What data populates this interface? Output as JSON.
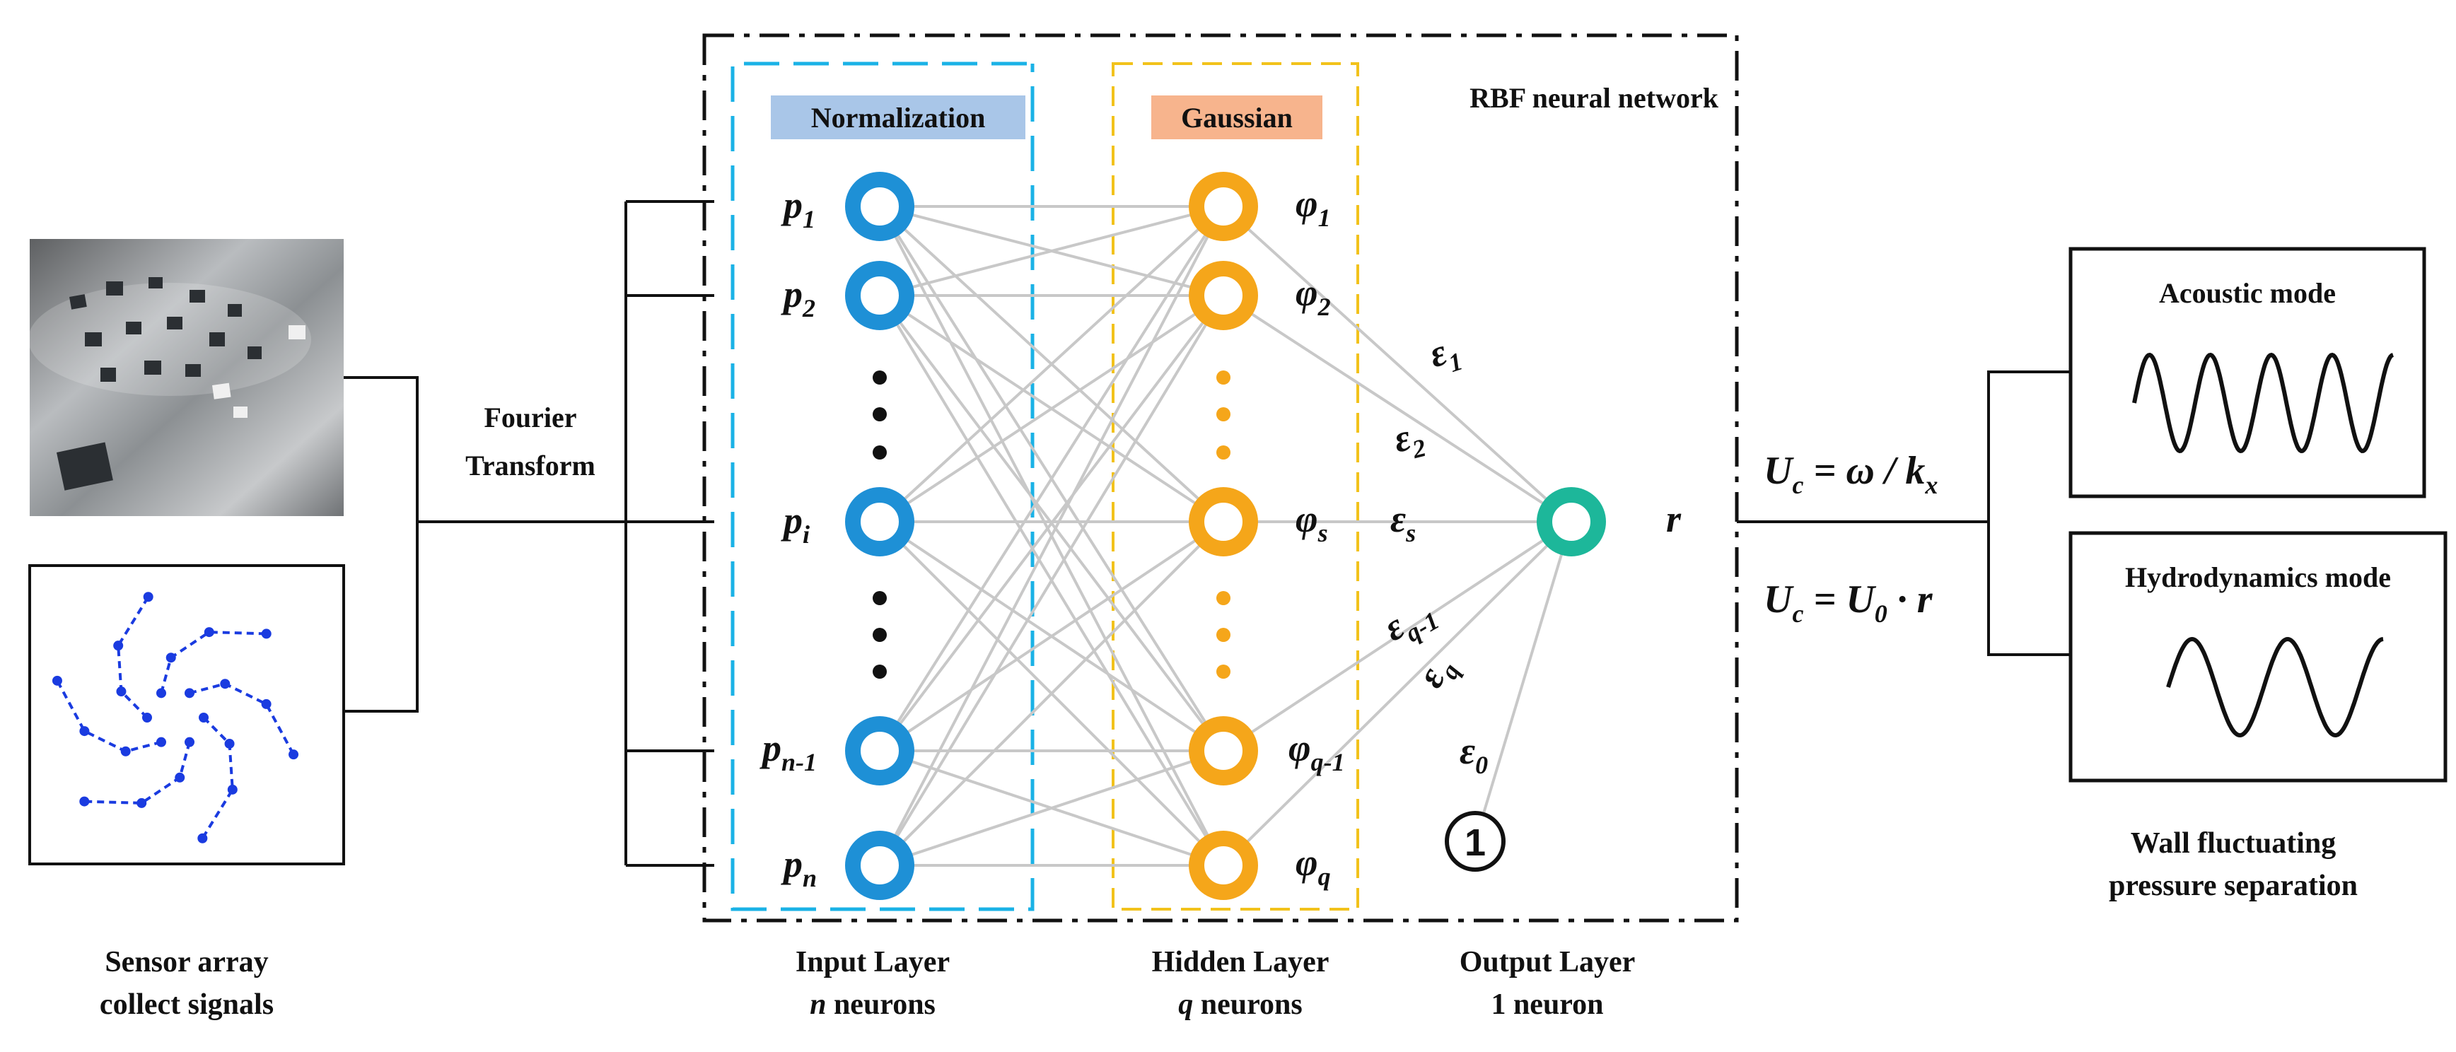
{
  "colors": {
    "input_blue": "#1e90d6",
    "input_box": "#1ab2e6",
    "hidden_orange": "#f5a61a",
    "hidden_box": "#f2c21b",
    "output_teal": "#1db79a",
    "connection_grey": "#c8c8c8",
    "normalization_fill": "#a9c6e8",
    "gaussian_fill": "#f7b48d",
    "sensor_dots": "#1a3be0"
  },
  "title": "RBF neural network",
  "labels": {
    "normalization": "Normalization",
    "gaussian": "Gaussian",
    "fourier_1": "Fourier",
    "fourier_2": "Transform",
    "acoustic": "Acoustic mode",
    "hydro": "Hydrodynamics mode",
    "bias_symbol": "1"
  },
  "symbols": {
    "input": [
      {
        "base": "p",
        "sub": "1"
      },
      {
        "base": "p",
        "sub": "2"
      },
      {
        "base": "p",
        "sub": "i"
      },
      {
        "base": "p",
        "sub": "n-1"
      },
      {
        "base": "p",
        "sub": "n"
      }
    ],
    "hidden": [
      {
        "base": "φ",
        "sub": "1"
      },
      {
        "base": "φ",
        "sub": "2"
      },
      {
        "base": "φ",
        "sub": "s"
      },
      {
        "base": "φ",
        "sub": "q-1"
      },
      {
        "base": "φ",
        "sub": "q"
      }
    ],
    "weights": [
      {
        "base": "ε",
        "sub": "1"
      },
      {
        "base": "ε",
        "sub": "2"
      },
      {
        "base": "ε",
        "sub": "s"
      },
      {
        "base": "ε",
        "sub": "q-1"
      },
      {
        "base": "ε",
        "sub": "q"
      },
      {
        "base": "ε",
        "sub": "0"
      }
    ],
    "output": "r"
  },
  "equations": {
    "eq1": {
      "U": "U",
      "c": "c",
      "rhs": " = ω / k",
      "x": "x"
    },
    "eq2": {
      "U": "U",
      "c": "c",
      "rhs": " = U",
      "zero": "0",
      "tail": " · r"
    }
  },
  "captions": {
    "sensor": [
      "Sensor array",
      "collect signals"
    ],
    "input": [
      "Input Layer",
      "n",
      " neurons"
    ],
    "hidden": [
      "Hidden Layer",
      "q",
      " neurons"
    ],
    "output": [
      "Output Layer",
      "1 neuron"
    ],
    "wall": [
      "Wall fluctuating",
      "pressure separation"
    ]
  }
}
